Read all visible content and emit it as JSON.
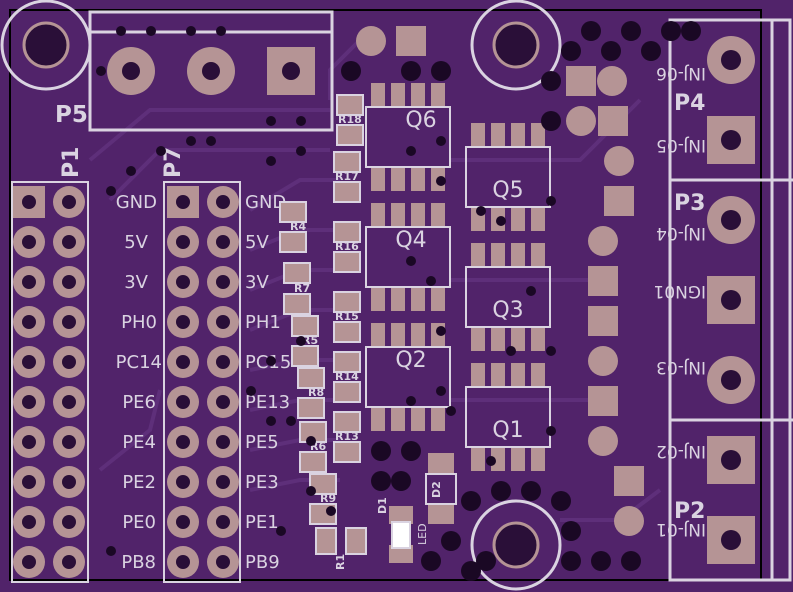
{
  "colors": {
    "board": "#51236a",
    "trace": "#5e2f7a",
    "copper": "#b59495",
    "drill": "#2a0f38",
    "silk": "#dad3e1",
    "outline": "#000000"
  },
  "connectors": {
    "p1": {
      "name": "P1"
    },
    "p7": {
      "name": "P7"
    },
    "p5": {
      "name": "P5"
    },
    "p4": {
      "name": "P4"
    },
    "p3": {
      "name": "P3"
    },
    "p2": {
      "name": "P2"
    }
  },
  "header_labels_left": [
    "GND",
    "5V",
    "3V",
    "PH0",
    "PC14",
    "PE6",
    "PE4",
    "PE2",
    "PE0",
    "PB8"
  ],
  "header_labels_right": [
    "GND",
    "5V",
    "3V",
    "PH1",
    "PC15",
    "PE13",
    "PE5",
    "PE3",
    "PE1",
    "PB9"
  ],
  "mosfets": [
    "Q6",
    "Q5",
    "Q4",
    "Q3",
    "Q2",
    "Q1"
  ],
  "resistors": [
    "R18",
    "R17",
    "R16",
    "R15",
    "R14",
    "R13",
    "R4",
    "R7",
    "R5",
    "R8",
    "R6",
    "R9",
    "R1"
  ],
  "diodes": [
    "D1",
    "D2"
  ],
  "led": "LED",
  "terminal_labels": [
    "INJ-06",
    "INJ-05",
    "INJ-04",
    "IGN01",
    "INJ-03",
    "INJ-02",
    "INJ-01"
  ]
}
